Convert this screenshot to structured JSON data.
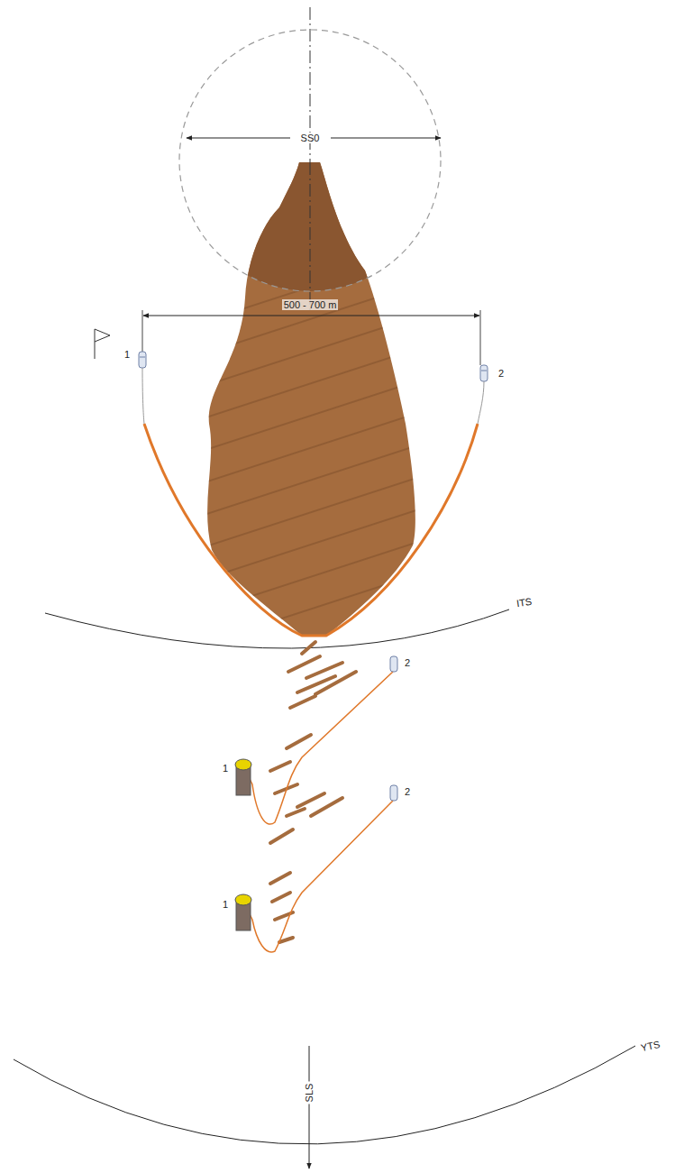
{
  "diagram": {
    "labels": [
      "SS0",
      "500 - 700 m",
      "1",
      "2",
      "ITS",
      "2",
      "1",
      "2",
      "1",
      "SLS",
      "YTS"
    ]
  }
}
